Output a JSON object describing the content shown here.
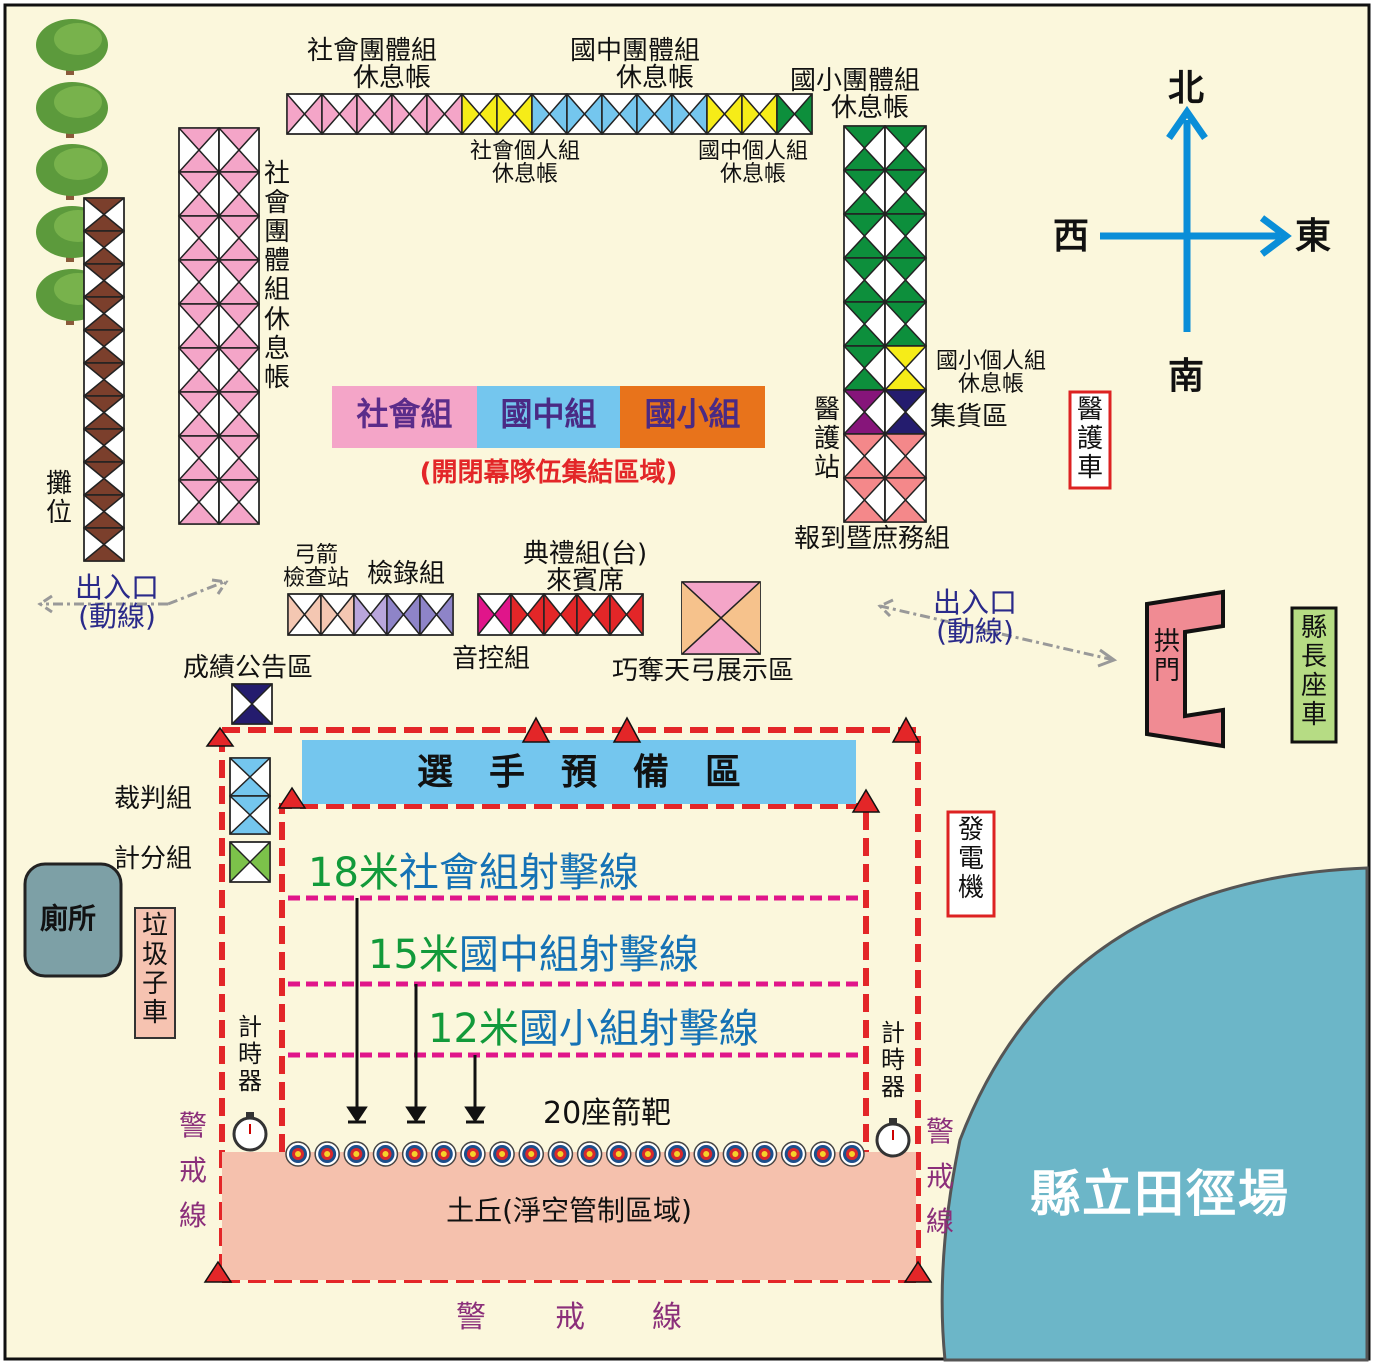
{
  "compass": {
    "north": "北",
    "south": "南",
    "east": "東",
    "west": "西",
    "color": "#0a8ed8"
  },
  "tents": {
    "social_team_top": [
      "社會團體組",
      "休息帳"
    ],
    "junior_team_top": [
      "國中團體組",
      "休息帳"
    ],
    "elementary_team": [
      "國小團體組",
      "休息帳"
    ],
    "social_indiv": [
      "社會個人組",
      "休息帳"
    ],
    "junior_indiv": [
      "國中個人組",
      "休息帳"
    ],
    "social_team_side": "社會團體組休息帳",
    "elementary_indiv": [
      "國小個人組",
      "休息帳"
    ],
    "freight": "集貨區",
    "medical_station": "醫護站",
    "registration": "報到暨庶務組",
    "stalls": "攤位",
    "arrow_check": [
      "弓箭",
      "檢查站"
    ],
    "record": "檢錄組",
    "ceremony": [
      "典禮組(台)",
      "來賓席"
    ],
    "sound": "音控組",
    "showcase": "巧奪天弓展示區",
    "results": "成績公告區",
    "judge": "裁判組",
    "scoring": "計分組"
  },
  "assembly": {
    "social": "社會組",
    "junior": "國中組",
    "elementary": "國小組",
    "caption": "(開閉幕隊伍集結區域)"
  },
  "entrances": {
    "left": [
      "出入口",
      "(動線)"
    ],
    "right": [
      "出入口",
      "(動線)"
    ]
  },
  "vehicles": {
    "ambulance": "醫護車",
    "mayor_car": "縣長座車",
    "gate": "拱門",
    "generator": "發電機",
    "garbage": "垃圾子車",
    "toilet": "廁所"
  },
  "range": {
    "prep_area": "選　手　預　備　區",
    "line18_num": "18米",
    "line18_text": "社會組射擊線",
    "line15_num": "15米",
    "line15_text": "國中組射擊線",
    "line12_num": "12米",
    "line12_text": "國小組射擊線",
    "targets_label": "20座箭靶",
    "target_count": 20,
    "mound": "土丘(淨空管制區域)",
    "timer": "計時器",
    "warning": "警戒線",
    "warning_bottom": [
      "警",
      "戒",
      "線"
    ]
  },
  "stadium": "縣立田徑場",
  "colors": {
    "pink": "#f4a5c8",
    "lightblue": "#74c6ee",
    "yellow": "#f6ec18",
    "green": "#0d8f3c",
    "brown": "#7b3f2c",
    "salmon": "#f4888a",
    "purple": "#86157a",
    "navy": "#241c6e",
    "red": "#e32628",
    "magenta": "#e0158a",
    "orange": "#e8731b",
    "lake": "#6cb6c8",
    "mound": "#f5c1ad",
    "bg": "#fbf7dc"
  }
}
